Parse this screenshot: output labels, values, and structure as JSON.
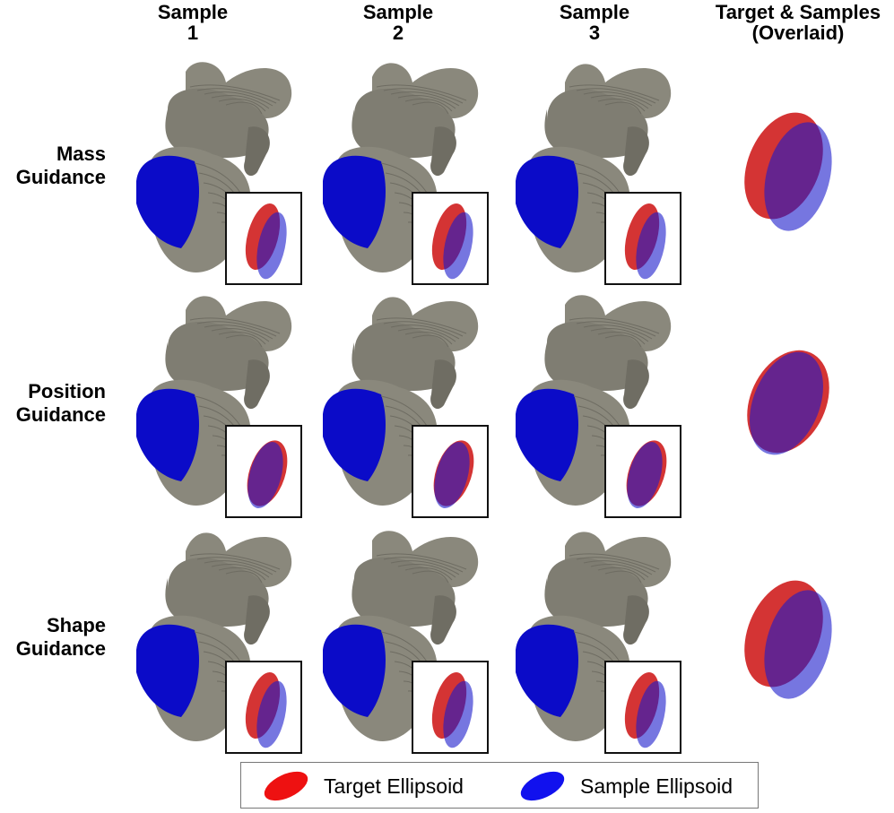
{
  "columns": [
    {
      "line1": "Sample",
      "line2": "1"
    },
    {
      "line1": "Sample",
      "line2": "2"
    },
    {
      "line1": "Sample",
      "line2": "3"
    },
    {
      "line1": "Target & Samples",
      "line2": "(Overlaid)"
    }
  ],
  "rows": [
    {
      "line1": "Mass",
      "line2": "Guidance"
    },
    {
      "line1": "Position",
      "line2": "Guidance"
    },
    {
      "line1": "Shape",
      "line2": "Guidance"
    }
  ],
  "legend": {
    "target_label": "Target Ellipsoid",
    "sample_label": "Sample Ellipsoid"
  },
  "colors": {
    "target": "#cc1111",
    "sample": "#1a1acc",
    "heart": "#8a887c",
    "segment": "#0b0bc8"
  }
}
